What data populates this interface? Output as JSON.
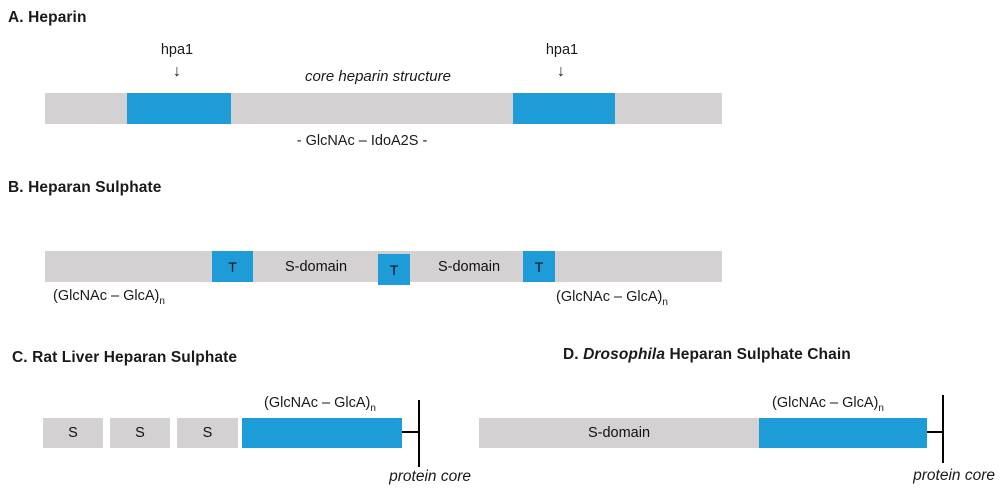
{
  "colors": {
    "blue": "#1e9cd7",
    "gray": "#d3d1d1",
    "text": "#1a1a1a"
  },
  "panelA": {
    "title": "A. Heparin",
    "enzyme_label_1": "hpa1",
    "enzyme_label_2": "hpa1",
    "arrow_glyph": "↓",
    "core_label": "core heparin structure",
    "disaccharide_label": "- GlcNAc – IdoA2S -"
  },
  "panelB": {
    "title": "B. Heparan Sulphate",
    "t_labels": [
      "T",
      "T",
      "T"
    ],
    "sdomain_label_1": "S-domain",
    "sdomain_label_2": "S-domain",
    "repeat_label_left": "(GlcNAc – GlcA)",
    "repeat_sub_left": "n",
    "repeat_label_right": "(GlcNAc – GlcA)",
    "repeat_sub_right": "n"
  },
  "panelC": {
    "title": "C. Rat Liver Heparan Sulphate",
    "s_labels": [
      "S",
      "S",
      "S"
    ],
    "repeat_label": "(GlcNAc – GlcA)",
    "repeat_sub": "n",
    "protein_core_label": "protein core"
  },
  "panelD": {
    "title_prefix": "D. ",
    "title_italic": "Drosophila",
    "title_suffix": " Heparan Sulphate Chain",
    "sdomain_label": "S-domain",
    "repeat_label": "(GlcNAc – GlcA)",
    "repeat_sub": "n",
    "protein_core_label": "protein core"
  }
}
